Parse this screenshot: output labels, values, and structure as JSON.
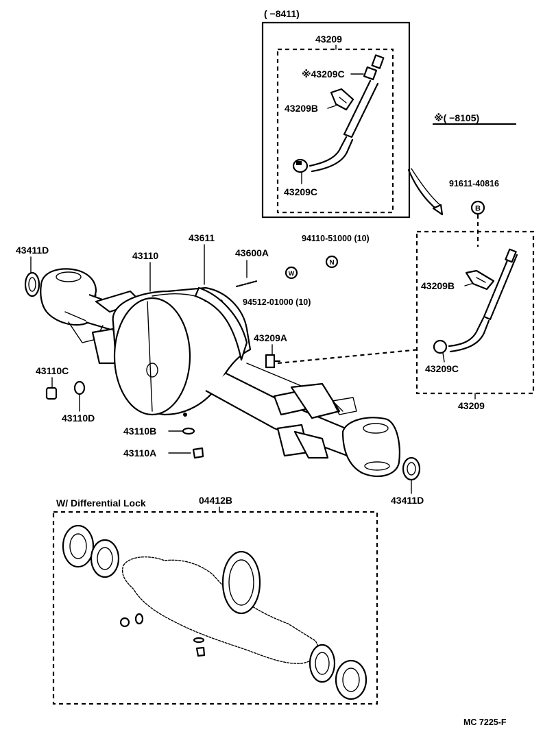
{
  "top_box": {
    "date_range": "(    −8411)",
    "assembly": "43209",
    "parts": {
      "nipple": "※43209C",
      "clip": "43209B",
      "hose_clamp": "43209C"
    }
  },
  "note_range": "※(      −8105)",
  "right_box": {
    "connector": "91611-40816",
    "clip": "43209B",
    "clamp": "43209C",
    "assembly": "43209"
  },
  "parts": {
    "seal_left": "43411D",
    "housing": "43110",
    "cover": "43611",
    "stud": "43600A",
    "plug": "94110-51000 (10)",
    "washer_w": "94512-01000 (10)",
    "breather": "43209A",
    "plug_c": "43110C",
    "gasket_d": "43110D",
    "washer_b": "43110B",
    "plug_a": "43110A",
    "seal_right": "43411D"
  },
  "markers": {
    "b": "B",
    "n": "N",
    "w": "W"
  },
  "diff_lock": {
    "title": "W/ Differential Lock",
    "kit": "04412B"
  },
  "footer": "MC  7225-F"
}
